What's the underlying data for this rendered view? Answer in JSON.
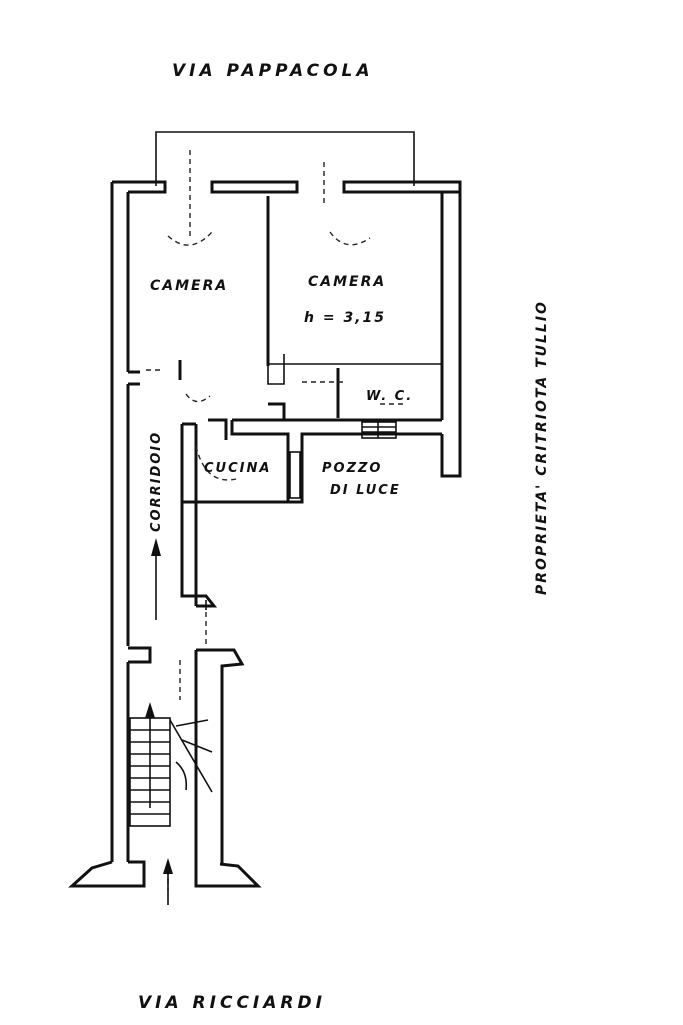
{
  "streets": {
    "north": "VIA PAPPACOLA",
    "south": "VIA RICCIARDI"
  },
  "neighbor": "PROPRIETA' CRITRIOTA TULLIO",
  "rooms": {
    "camera_left": "CAMERA",
    "camera_right": "CAMERA",
    "height_note": "h = 3,15",
    "wc": "W. C.",
    "cucina": "CUCINA",
    "corridoio": "CORRIDOIO",
    "pozzo_line1": "POZZO",
    "pozzo_line2": "DI LUCE"
  }
}
